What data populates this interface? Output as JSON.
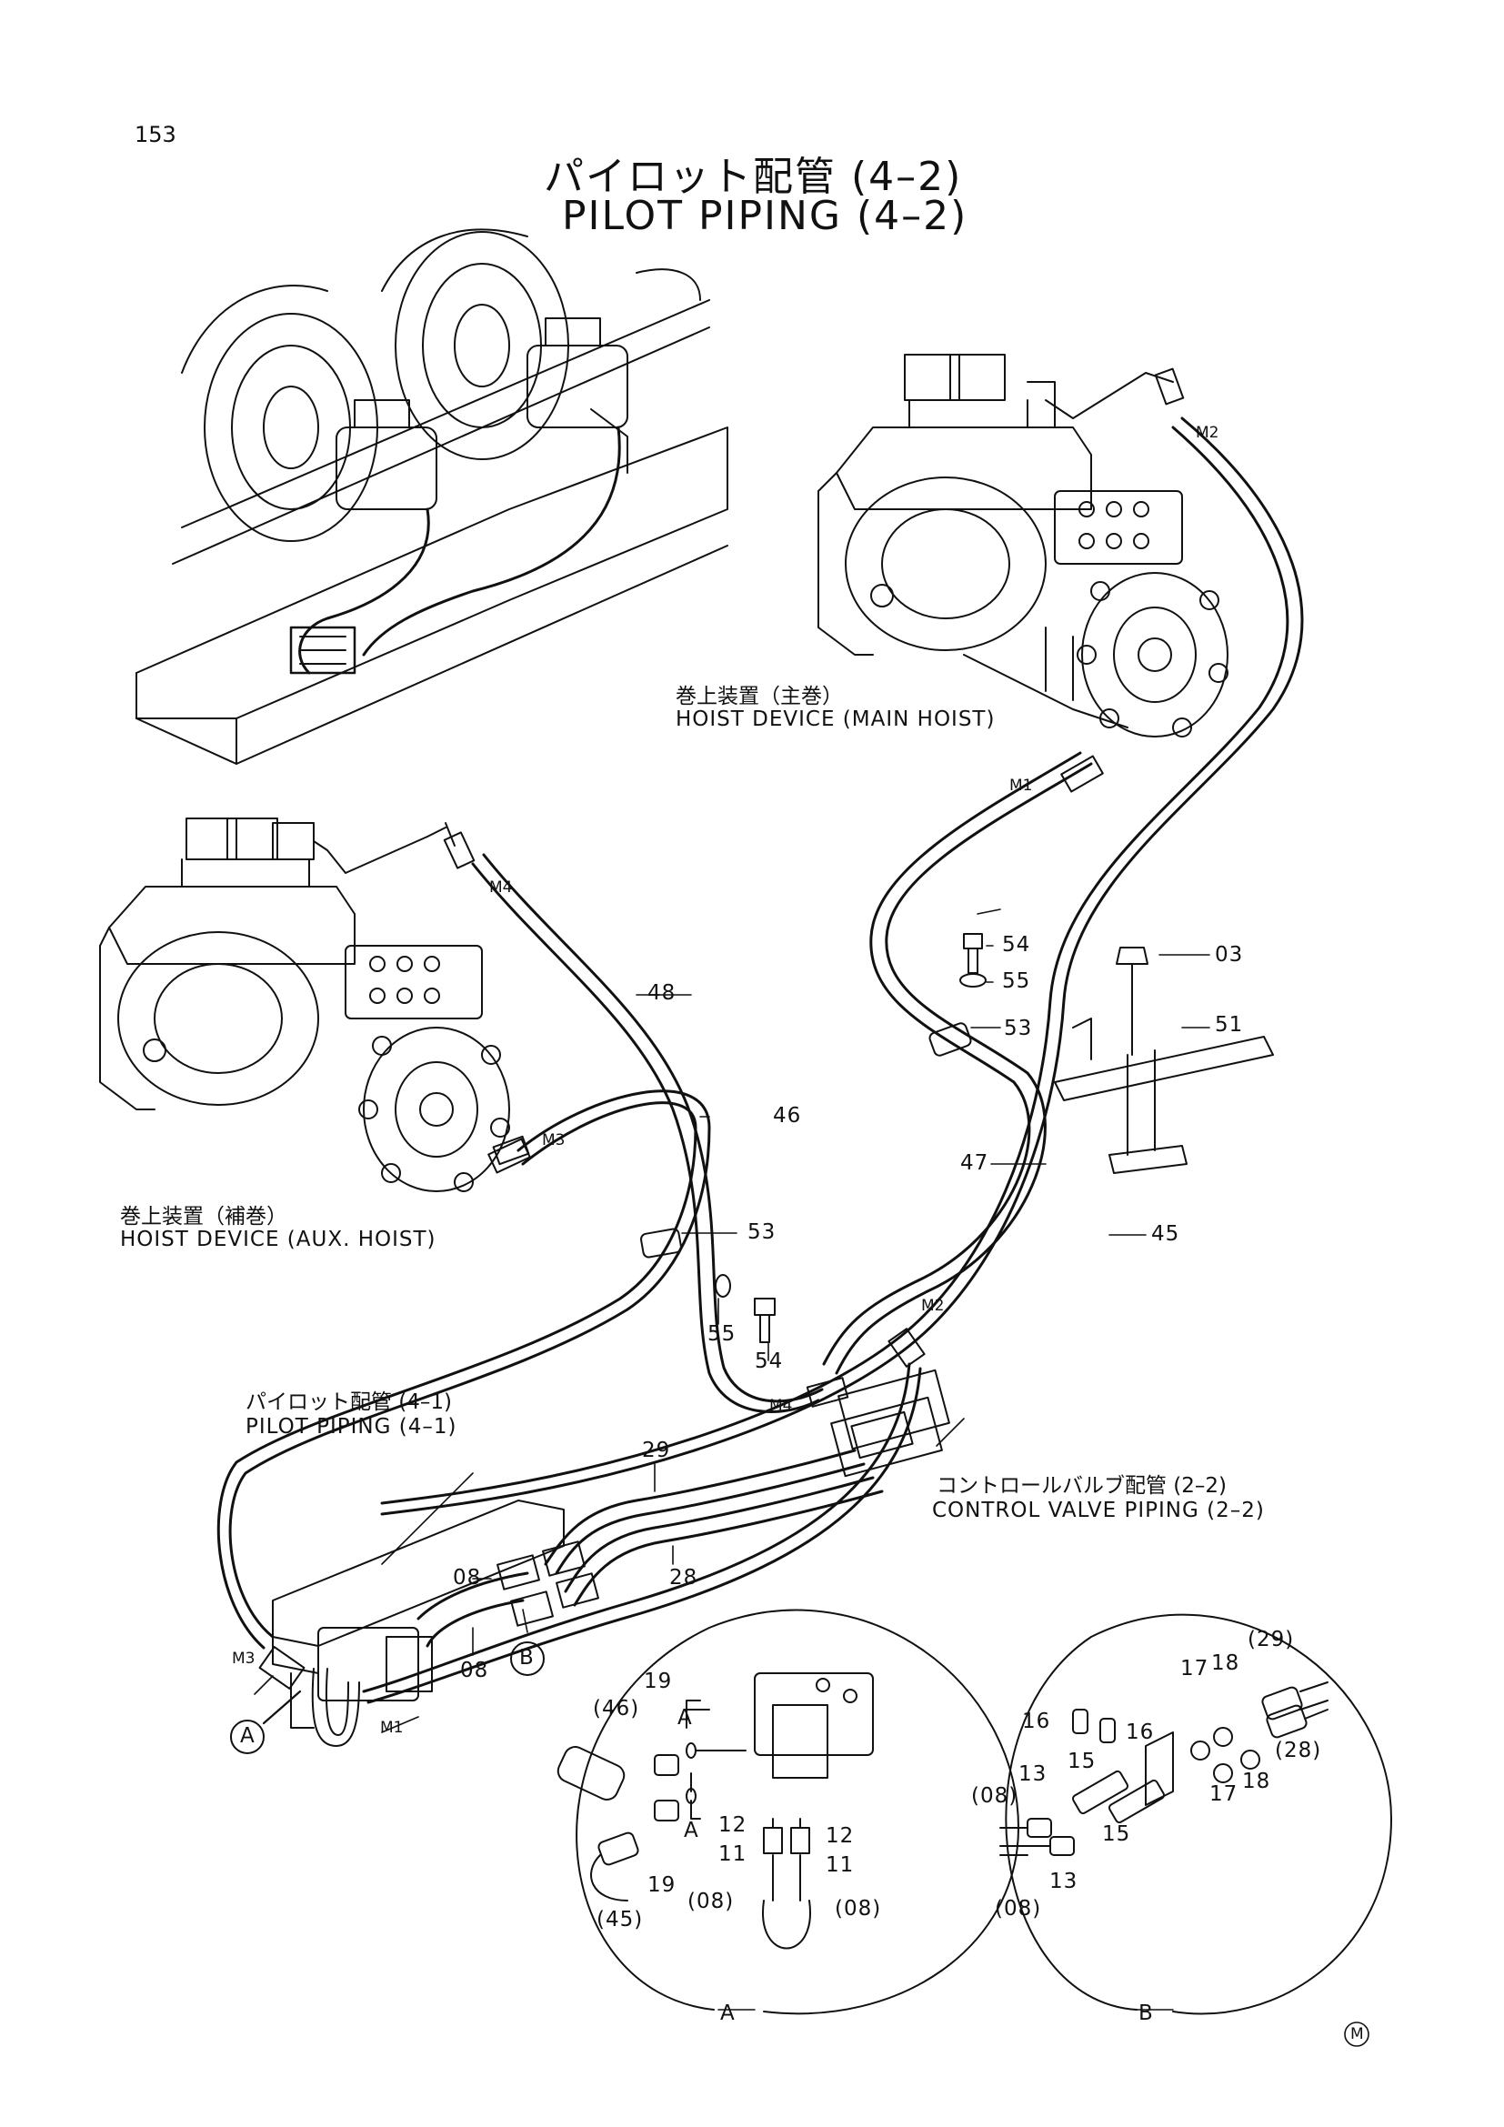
{
  "page_number": "153",
  "title_jp": "パイロット配管 (4–2)",
  "title_en": "PILOT PIPING (4–2)",
  "labels": {
    "main_hoist_jp": "巻上装置（主巻）",
    "main_hoist_en": "HOIST DEVICE (MAIN HOIST)",
    "aux_hoist_jp": "巻上装置（補巻）",
    "aux_hoist_en": "HOIST DEVICE (AUX. HOIST)",
    "pilot_41_jp": "パイロット配管 (4–1)",
    "pilot_41_en": "PILOT PIPING (4–1)",
    "cv_jp": "コントロールバルブ配管 (2–2)",
    "cv_en": "CONTROL VALVE PIPING (2–2)"
  },
  "ports": {
    "m1_top": "M1",
    "m2_top": "M2",
    "m3_top": "M3",
    "m4_top": "M4",
    "m2_valve": "M2",
    "m4_valve": "M4",
    "m3_bottom": "M3",
    "m1_bottom": "M1"
  },
  "callouts": {
    "p54a": "54",
    "p55a": "55",
    "p53a": "53",
    "p03": "03",
    "p51": "51",
    "p48": "48",
    "p46": "46",
    "p47": "47",
    "p45": "45",
    "p53b": "53",
    "p55b": "55",
    "p54b": "54",
    "p29": "29",
    "p28": "28",
    "p08a": "08",
    "p08b": "08"
  },
  "markers": {
    "a": "A",
    "b": "B",
    "m": "M"
  },
  "detail_a": {
    "label": "A",
    "callouts": [
      "19",
      "A",
      "(46)",
      "12",
      "A",
      "12",
      "11",
      "11",
      "19",
      "(45)",
      "(08)",
      "(08)"
    ]
  },
  "detail_b": {
    "label": "B",
    "callouts": [
      "17",
      "18",
      "(29)",
      "16",
      "16",
      "15",
      "13",
      "(08)",
      "18",
      "17",
      "(28)",
      "15",
      "13",
      "(08)"
    ]
  }
}
